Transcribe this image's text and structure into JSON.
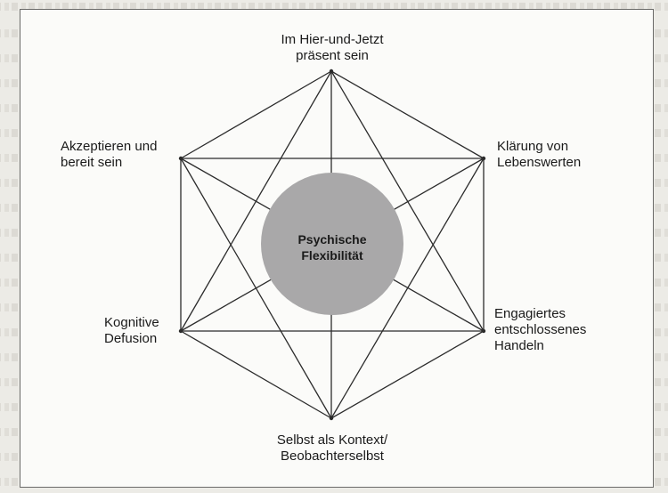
{
  "diagram": {
    "center": {
      "line1": "Psychische",
      "line2": "Flexibilität"
    },
    "processes": {
      "top": {
        "line1": "Im Hier-und-Jetzt",
        "line2": "präsent sein"
      },
      "upper_left": {
        "line1": "Akzeptieren und",
        "line2": "bereit sein"
      },
      "upper_right": {
        "line1": "Klärung von",
        "line2": "Lebenswerten"
      },
      "lower_left": {
        "line1": "Kognitive",
        "line2": "Defusion"
      },
      "lower_right": {
        "line1": "Engagiertes",
        "line2": "entschlossenes",
        "line3": "Handeln"
      },
      "bottom": {
        "line1": "Selbst als Kontext/",
        "line2": "Beobachterselbst"
      }
    }
  },
  "colors": {
    "line": "#2b2b2b",
    "center_circle": "#a9a8a9",
    "panel": "#fbfbf9",
    "background": "#ecebe6"
  }
}
